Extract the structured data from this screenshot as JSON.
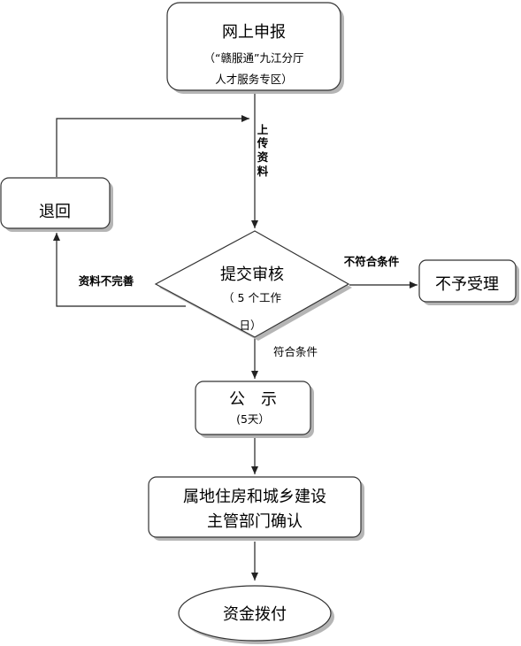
{
  "nodes": {
    "online_apply": {
      "title": "网上申报",
      "sub1": "（“赣服通”九江分厅",
      "sub2": "人才服务专区）"
    },
    "return": {
      "title": "退回"
    },
    "review": {
      "title": "提交审核",
      "sub1": "（ 5 个工作",
      "sub2": "日）"
    },
    "reject": {
      "title": "不予受理"
    },
    "publicity": {
      "title": "公　示",
      "sub": "(5天）"
    },
    "confirm": {
      "line1": "属地住房和城乡建设",
      "line2": "主管部门确认"
    },
    "funding": {
      "title": "资金拨付"
    }
  },
  "edges": {
    "upload_label": [
      "上",
      "传",
      "资",
      "料"
    ],
    "incomplete_label": "资料不完善",
    "not_qualified_label": "不符合条件",
    "qualified_label": "符合条件"
  }
}
